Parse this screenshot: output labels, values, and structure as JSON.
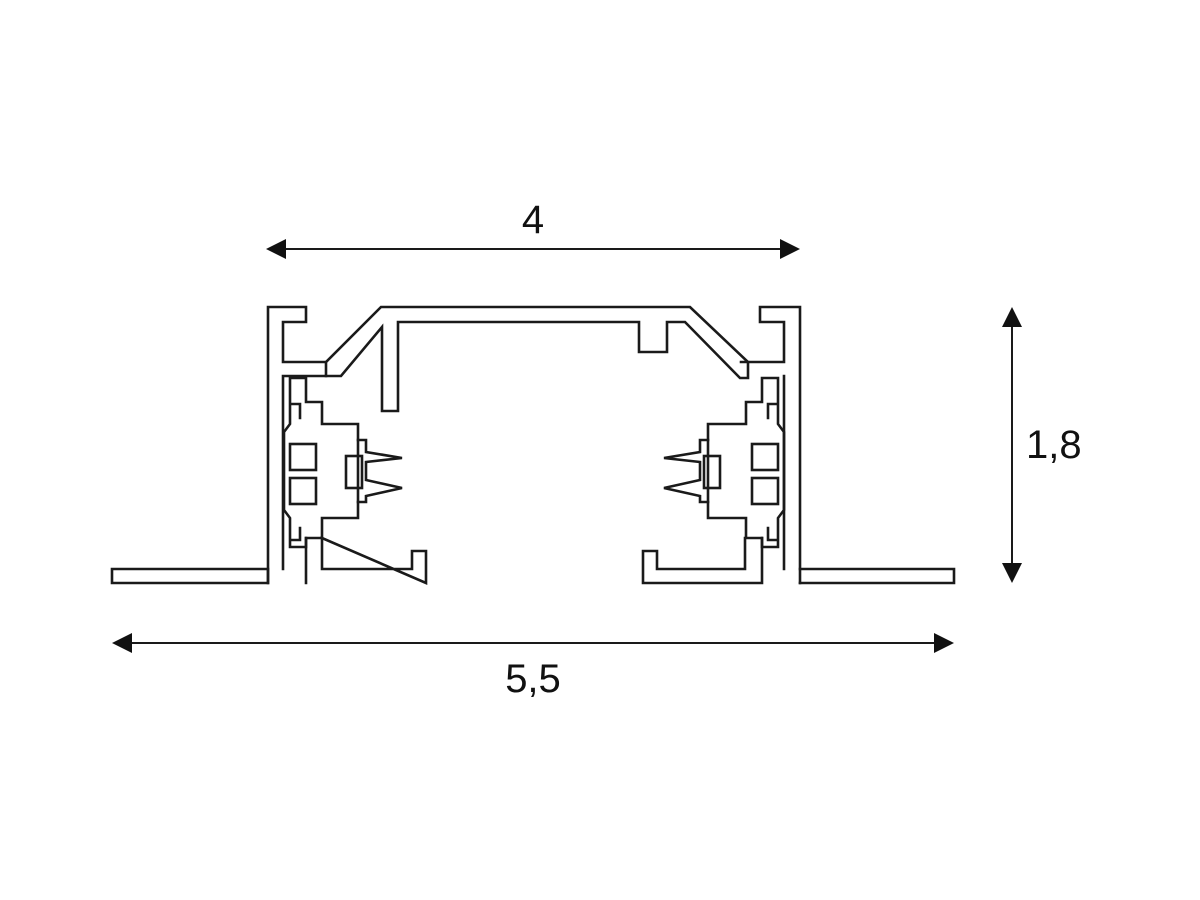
{
  "dimensions": {
    "top_width": "4",
    "total_width": "5,5",
    "height": "1,8"
  },
  "colors": {
    "line": "#1a1a1a",
    "background": "#ffffff"
  }
}
